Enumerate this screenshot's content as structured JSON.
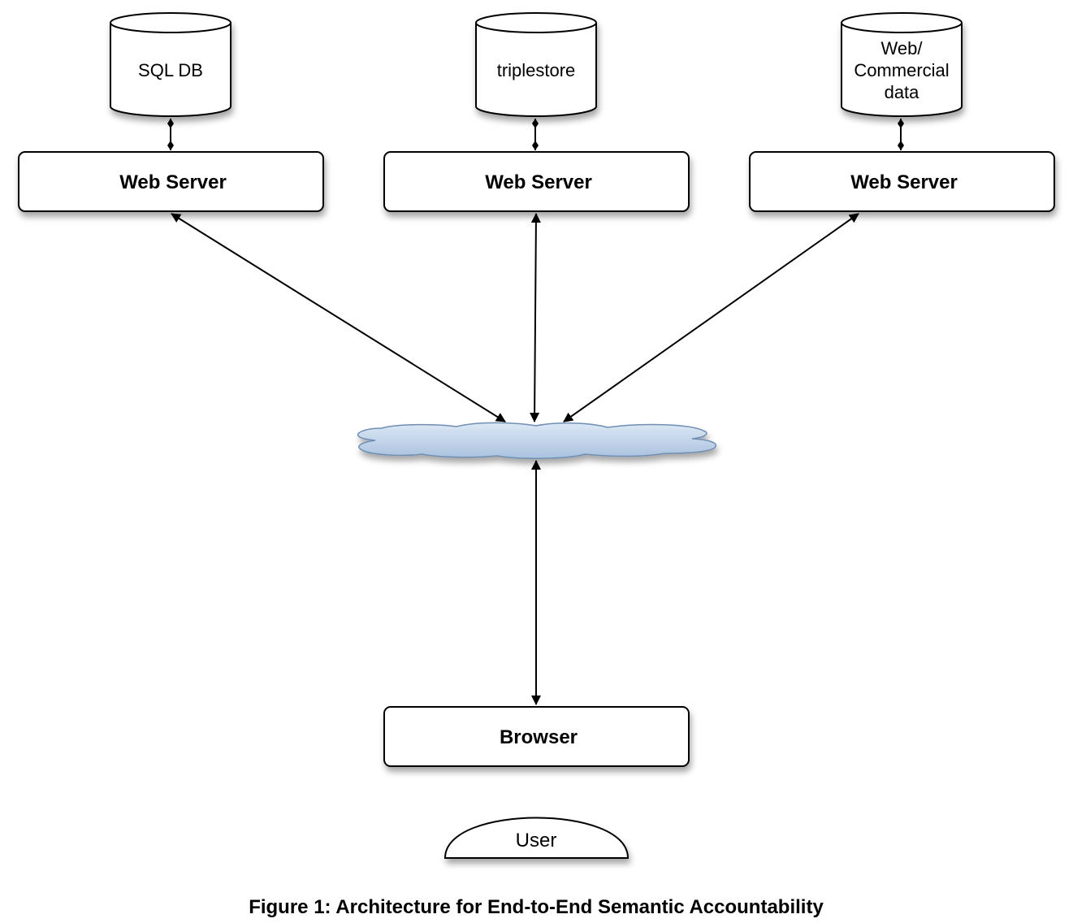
{
  "databases": [
    {
      "id": "sql",
      "lines": [
        "SQL DB"
      ]
    },
    {
      "id": "triplestore",
      "lines": [
        "triplestore"
      ]
    },
    {
      "id": "web-commercial",
      "lines": [
        "Web/",
        "Commercial",
        "data"
      ]
    }
  ],
  "servers": [
    {
      "id": "server-1",
      "label": "Web Server"
    },
    {
      "id": "server-2",
      "label": "Web Server"
    },
    {
      "id": "server-3",
      "label": "Web Server"
    }
  ],
  "browser": {
    "label": "Browser"
  },
  "user": {
    "label": "User"
  },
  "caption": "Figure 1: Architecture for End-to-End Semantic Accountability",
  "colors": {
    "cloud_fill_top": "#dce8f5",
    "cloud_fill_bottom": "#a9c1de",
    "cloud_stroke": "#6f8fb3"
  }
}
